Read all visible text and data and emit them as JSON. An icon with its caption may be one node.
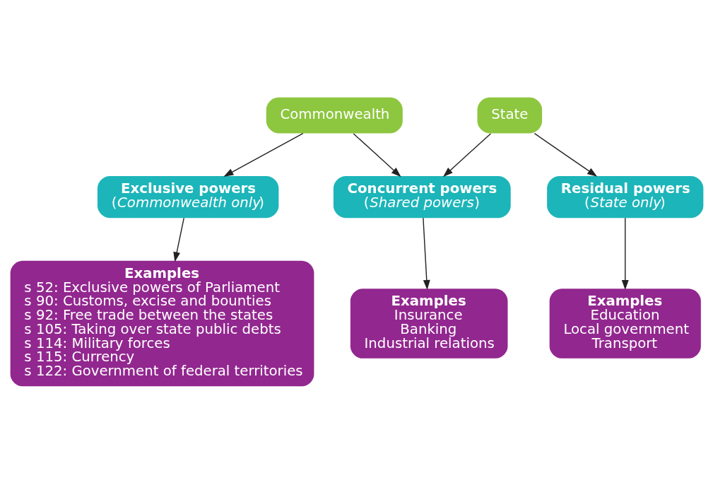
{
  "diagram": {
    "nodes": [
      {
        "text": [
          "Commonwealth"
        ]
      },
      {
        "text": [
          "State"
        ]
      },
      {
        "text": [
          "Exclusive powers",
          "(*Commonwealth only*)"
        ]
      },
      {
        "text": [
          "Concurrent powers",
          "(*Shared powers*)"
        ]
      },
      {
        "text": [
          "Residual powers",
          "(*State only*)"
        ]
      },
      {
        "text": [
          "Examples",
          "s 52: Exclusive powers of Parliament",
          "s 90: Customs, excise and bounties",
          "s 92: Free trade between the states",
          "s 105: Taking over state public debts",
          "s 114: Military forces",
          "s 115: Currency",
          "s 122: Government of federal territories"
        ]
      },
      {
        "text": [
          "Examples",
          "Insurance",
          "Banking",
          "Industrial relations"
        ]
      },
      {
        "text": [
          "Examples",
          "Education",
          "Local government",
          "Transport"
        ]
      }
    ],
    "edges": [
      {
        "from": 0,
        "to": 2,
        "arrow": "to"
      },
      {
        "from": 0,
        "to": 3,
        "arrow": "to"
      },
      {
        "from": 1,
        "to": 3,
        "arrow": "to"
      },
      {
        "from": 1,
        "to": 4,
        "arrow": "to"
      },
      {
        "from": 2,
        "to": 5,
        "arrow": "to"
      },
      {
        "from": 3,
        "to": 6,
        "arrow": "to"
      },
      {
        "from": 4,
        "to": 7,
        "arrow": "to"
      }
    ]
  }
}
